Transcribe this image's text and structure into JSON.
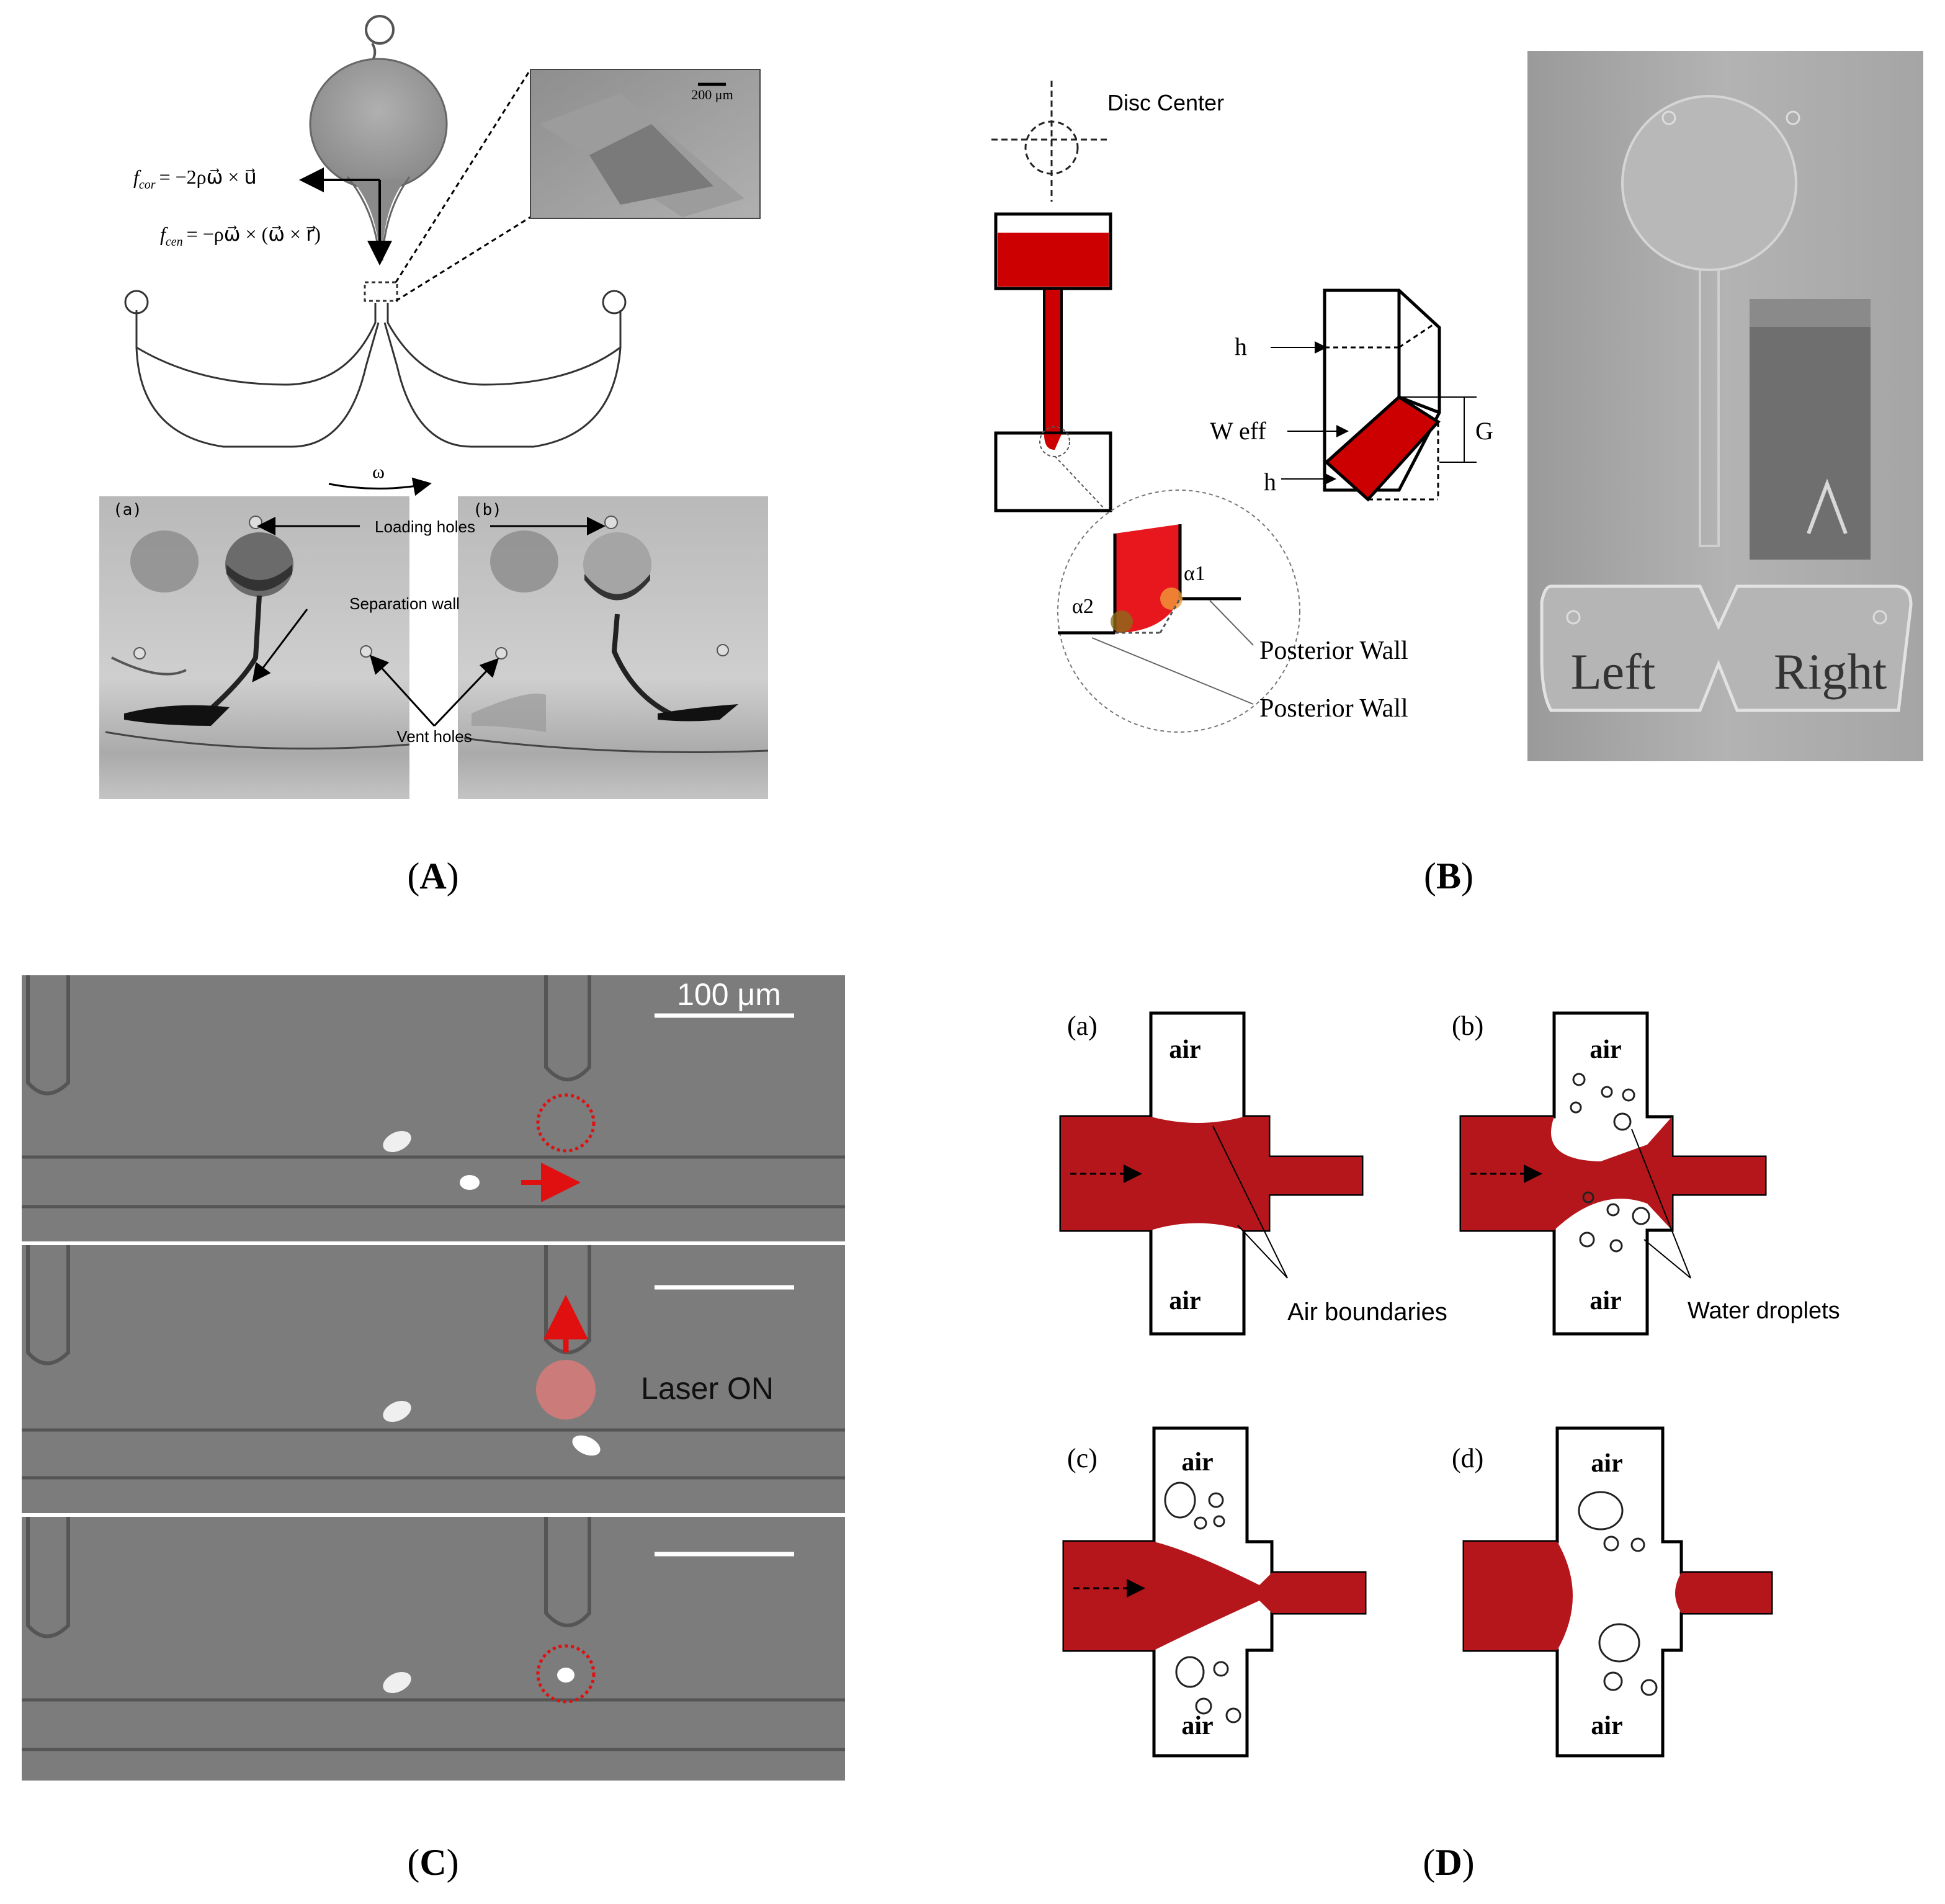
{
  "panels": {
    "A": {
      "caption": "A",
      "scale_bar": "200 μm",
      "eq_cor_lhs": "f",
      "eq_cor_sub": "cor",
      "eq_cor_rhs": "= −2ρω⃗ × u⃗",
      "eq_cen_lhs": "f",
      "eq_cen_sub": "cen",
      "eq_cen_rhs": "= −ρω⃗ × (ω⃗ × r⃗)",
      "omega": "ω",
      "sub_a": "(a)",
      "sub_b": "(b)",
      "loading_holes": "Loading holes",
      "separation_wall": "Separation wall",
      "vent_holes": "Vent holes"
    },
    "B": {
      "caption": "B",
      "disc_center": "Disc Center",
      "h_top": "h",
      "w_eff": "W eff",
      "g": "G",
      "h_bottom": "h",
      "alpha1": "α1",
      "alpha2": "α2",
      "posterior_wall_1": "Posterior Wall",
      "posterior_wall_2": "Posterior Wall",
      "left": "Left",
      "right": "Right"
    },
    "C": {
      "caption": "C",
      "scale_bar": "100 μm",
      "laser_on": "Laser ON"
    },
    "D": {
      "caption": "D",
      "sub_a": "(a)",
      "sub_b": "(b)",
      "sub_c": "(c)",
      "sub_d": "(d)",
      "air": "air",
      "air_boundaries": "Air boundaries",
      "water_droplets": "Water droplets"
    }
  },
  "colors": {
    "liquid_red": "#cc0000",
    "droplet_red": "#b5161b",
    "laser_pink": "#e07a7a",
    "arrow_red": "#e01010",
    "micrograph_gray": "#7c7c7c"
  }
}
